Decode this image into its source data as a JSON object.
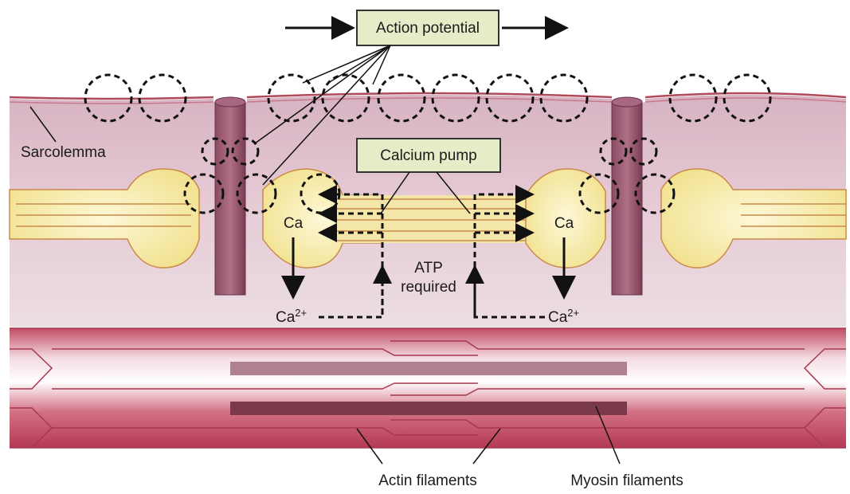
{
  "labels": {
    "action_potential": "Action potential",
    "calcium_pump": "Calcium pump",
    "sarcolemma": "Sarcolemma",
    "ca_left": "Ca",
    "ca_right": "Ca",
    "ca2_left_base": "Ca",
    "ca2_left_sup": "2+",
    "ca2_right_base": "Ca",
    "ca2_right_sup": "2+",
    "atp_line1": "ATP",
    "atp_line2": "required",
    "actin": "Actin filaments",
    "myosin": "Myosin filaments"
  },
  "colors": {
    "box_fill": "#e4ecc8",
    "cell_fill": "#e2c8d2",
    "membrane": "#b04a5a",
    "sr_fill": "#f7efb5",
    "sr_stroke": "#c98a4a",
    "t_tubule": "#9a5a70",
    "myofibril": "#c7566c",
    "myosin": "#7a3a4c"
  }
}
